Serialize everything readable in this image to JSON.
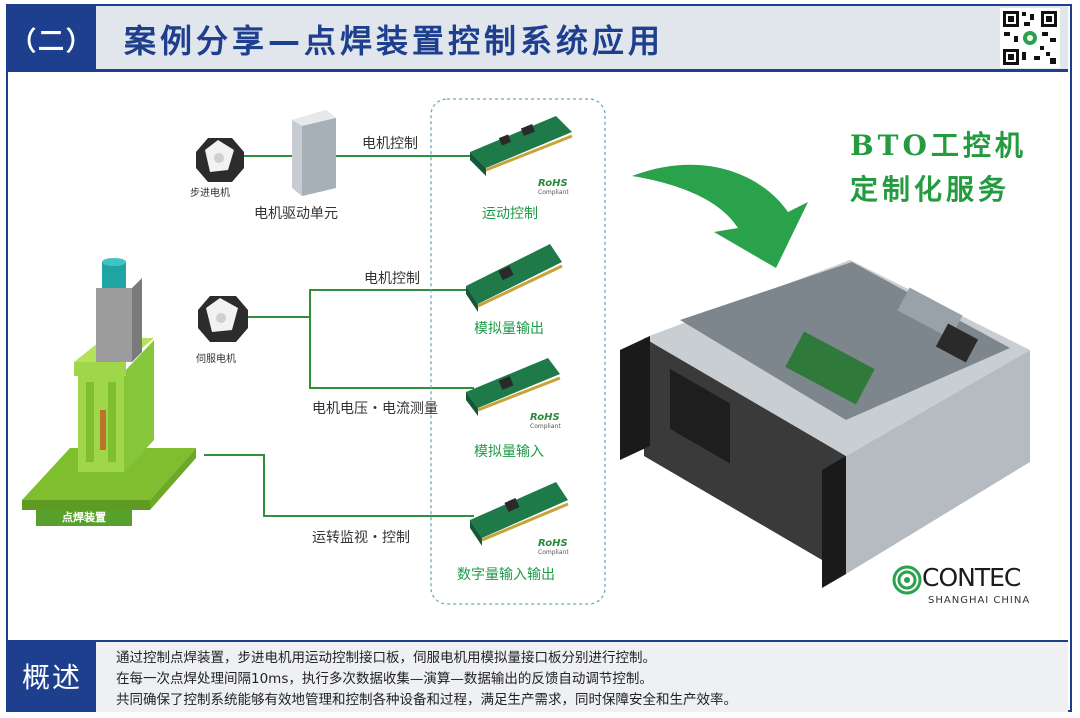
{
  "header": {
    "section_num": "（二）",
    "title": "案例分享—点焊装置控制系统应用"
  },
  "diagram": {
    "devices": {
      "stepper_motor": "步进电机",
      "servo_motor": "伺服电机",
      "motor_driver": "电机驱动单元",
      "spot_welder": "点焊装置"
    },
    "signals": {
      "motor_control_1": "电机控制",
      "motor_control_2": "电机控制",
      "voltage_current": "电机电压・电流测量",
      "monitor_control": "运转监视・控制"
    },
    "boards": {
      "motion": "运动控制",
      "analog_out": "模拟量输出",
      "analog_in": "模拟量输入",
      "digital_io": "数字量输入输出"
    },
    "rohs": {
      "text": "RoHS",
      "sub": "Compliant"
    }
  },
  "promo": {
    "line1": "BTO工控机",
    "line2": "定制化服务"
  },
  "brand": {
    "name": "CONTEC",
    "location": "SHANGHAI CHINA"
  },
  "summary": {
    "label": "概述",
    "lines": [
      "通过控制点焊装置，步进电机用运动控制接口板，伺服电机用模拟量接口板分别进行控制。",
      "在每一次点焊处理间隔10ms，执行多次数据收集—演算—数据输出的反馈自动调节控制。",
      "共同确保了控制系统能够有效地管理和控制各种设备和过程，满足生产需求，同时保障安全和生产效率。"
    ]
  },
  "colors": {
    "navy": "#1d3f8e",
    "green_text": "#1f9a47",
    "green_arrow": "#2aa14b",
    "welder_green": "#8ccd3c",
    "pcb_green": "#1f7a4a"
  }
}
